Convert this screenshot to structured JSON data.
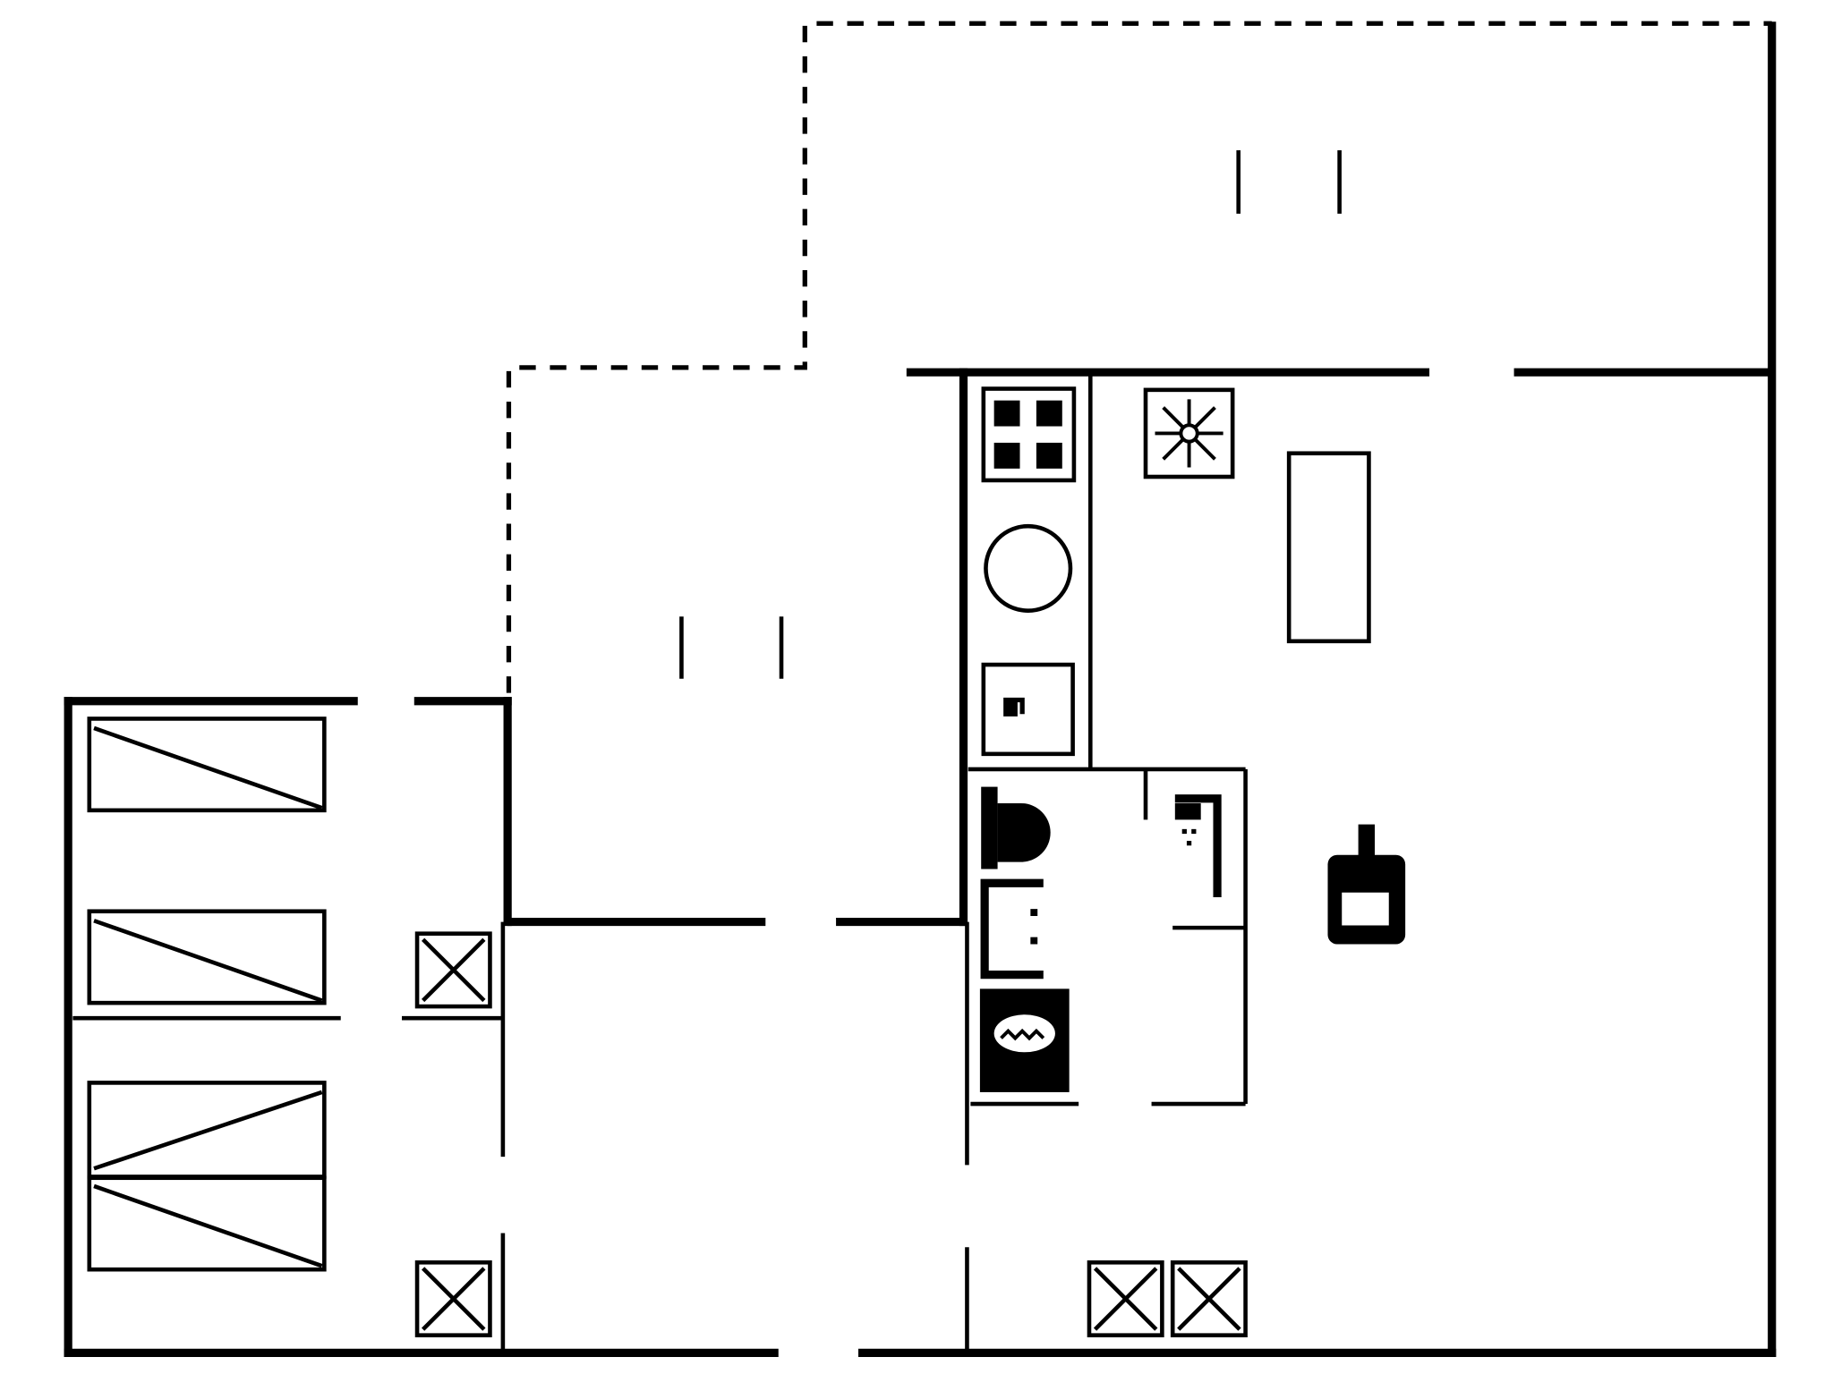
{
  "diagram": {
    "type": "floor-plan",
    "colors": {
      "line": "#000000",
      "background": "#ffffff"
    },
    "rooms": [
      "bedroom-1",
      "bedroom-2",
      "hall",
      "kitchen",
      "bathroom",
      "living-room",
      "terrace-1",
      "terrace-2"
    ],
    "icons": [
      "bed-icon",
      "bed-icon",
      "bunk-bed-icon",
      "wardrobe-icon",
      "wardrobe-icon",
      "wardrobe-icon",
      "wardrobe-icon",
      "hob-icon",
      "sink-icon",
      "oven-icon",
      "fan-icon",
      "table-icon",
      "stove-icon",
      "toilet-icon",
      "washbasin-icon",
      "washing-machine-icon",
      "shower-icon"
    ]
  }
}
